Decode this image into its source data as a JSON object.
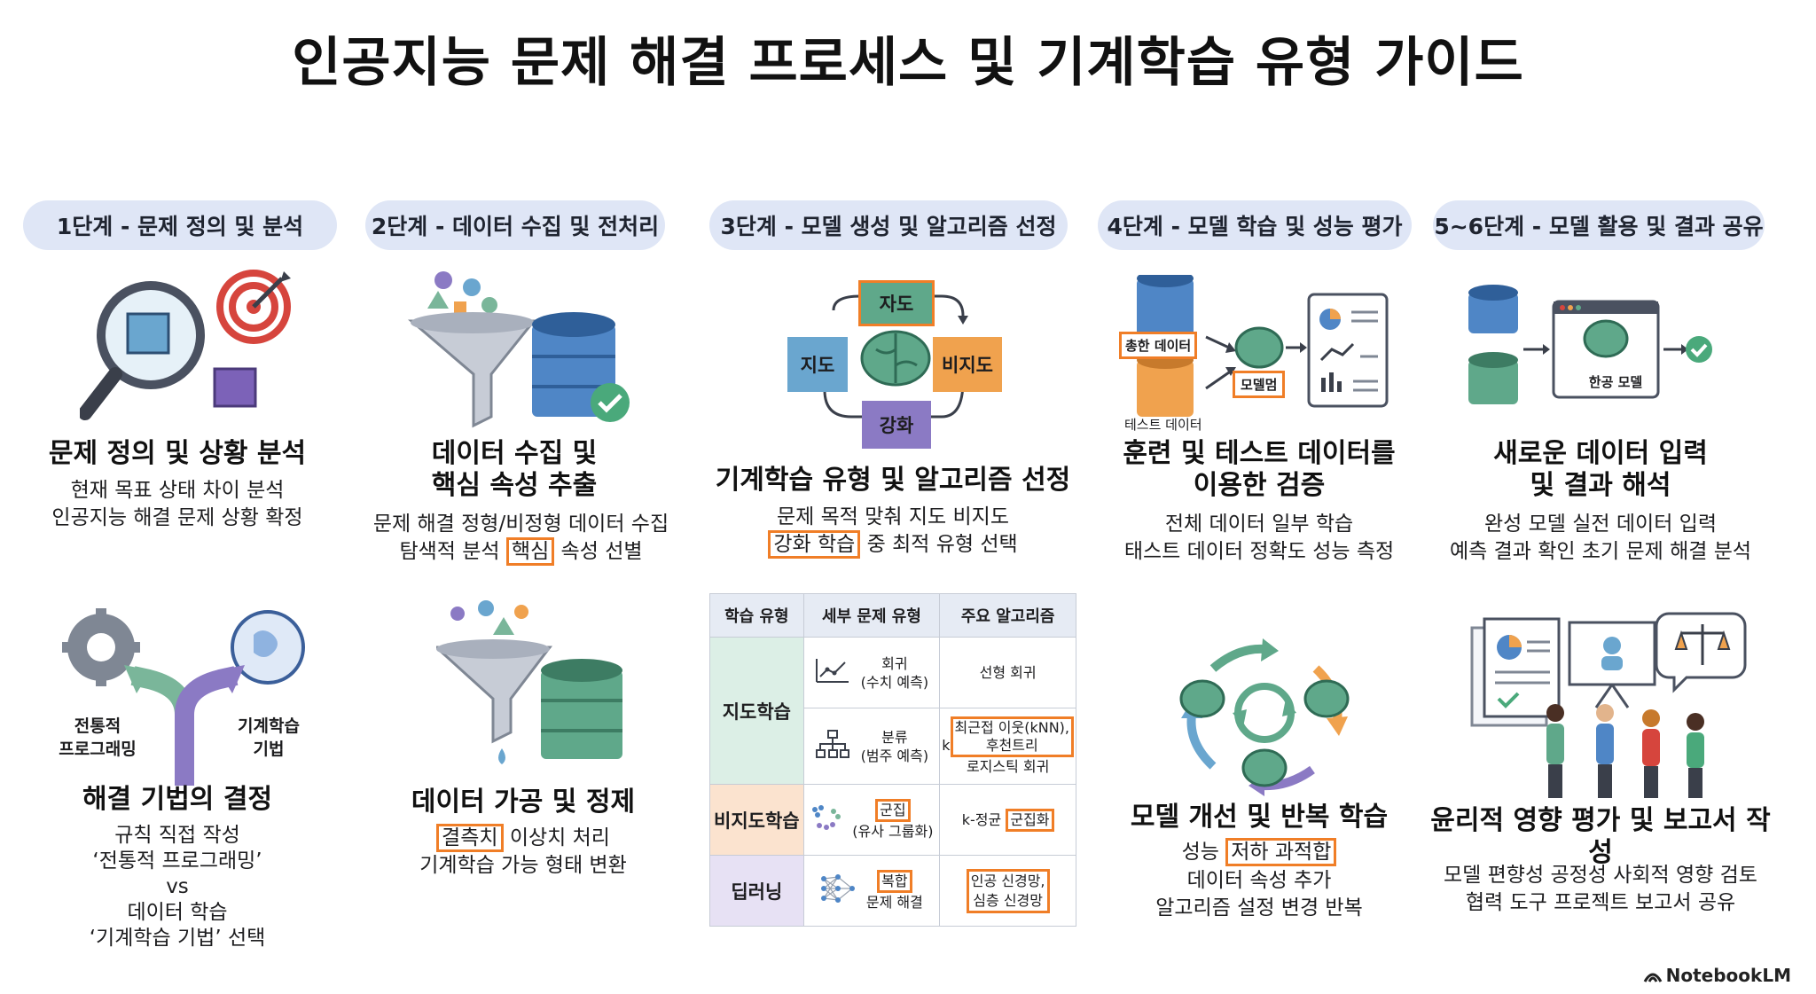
{
  "title": "인공지능 문제 해결 프로세스 및 기계학습 유형 가이드",
  "brand": "NotebookLM",
  "steps": [
    "1단계 - 문제 정의 및 분석",
    "2단계 - 데이터 수집 및 전처리",
    "3단계 - 모델 생성 및 알고리즘 선정",
    "4단계 - 모델 학습 및 성능 평가",
    "5~6단계 - 모델 활용 및 결과 공유"
  ],
  "col1": {
    "top": {
      "title": "문제 정의 및 상황 분석",
      "lines": [
        "현재 목표 상태 차이 분석",
        "인공지능 해결 문제 상황 확정"
      ]
    },
    "fork": {
      "left_label": "전통적\n프로그래밍",
      "right_label": "기계학습\n기법"
    },
    "bottom": {
      "title": "해결 기법의 결정",
      "lines": [
        "규칙 직접 작성",
        "‘전통적 프로그래밍’",
        "vs",
        "데이터 학습",
        "‘기계학습 기법’ 선택"
      ]
    }
  },
  "col2": {
    "top": {
      "title_lines": [
        "데이터 수집 및",
        "핵심 속성 추출"
      ],
      "line1": "문제 해결 정형/비정형 데이터 수집",
      "line2_pre": "탐색적 분석 ",
      "line2_hl": "핵심",
      "line2_post": " 속성 선별"
    },
    "bottom": {
      "title": "데이터 가공 및 정제",
      "line1_hl": "결측치",
      "line1_post": " 이상치 처리",
      "line2": "기계학습 가능 형태 변환"
    }
  },
  "col3": {
    "cycle": {
      "top": "자도",
      "left": "지도",
      "right": "비지도",
      "bottom": "강화"
    },
    "title": "기계학습 유형 및 알고리즘 선정",
    "line1": "문제 목적 맞춰 지도 비지도",
    "line2_hl": "강화 학습",
    "line2_post": " 중 최적 유형 선택",
    "table": {
      "headers": [
        "학습 유형",
        "세부 문제 유형",
        "주요 알고리즘"
      ],
      "supervised": "지도학습",
      "regression": {
        "label": "회귀",
        "sub": "(수치 예측)",
        "algo": "선형 회귀"
      },
      "classification": {
        "label": "분류",
        "sub": "(범주 예측)",
        "algo_prefix": "k",
        "algo_hl": "최근접 이웃(kNN),\n 후천트리",
        "algo_post": "로지스틱 회귀"
      },
      "unsupervised": "비지도학습",
      "clustering": {
        "label_hl": "군집",
        "sub": "(유사 그룹화)",
        "algo_prefix": "k-정균 ",
        "algo_hl": "군집화"
      },
      "deep": "딥러닝",
      "complex": {
        "label_hl": "복합",
        "sub": "문제 해결",
        "algo_hl": "인공 신경망,\n심층 신경망"
      }
    }
  },
  "col4": {
    "icon_labels": {
      "train": "총한 데이터",
      "test": "테스트 데이터",
      "model": "모델멈"
    },
    "top": {
      "title_lines": [
        "훈련 및 테스트 데이터를",
        "이용한 검증"
      ],
      "lines": [
        "전체 데이터 일부 학습",
        "태스트 데이터 정확도 성능 측정"
      ]
    },
    "bottom": {
      "title": "모델 개선 및 반복 학습",
      "line1_pre": "성능 ",
      "line1_hl": "저하 과적합",
      "lines": [
        "데이터 속성 추가",
        "알고리즘 설정 변경 반복"
      ]
    }
  },
  "col5": {
    "icon_labels": {
      "model": "한공 모델"
    },
    "top": {
      "title_lines": [
        "새로운 데이터 입력",
        "및 결과 해석"
      ],
      "lines": [
        "완성 모델 실전 데이터 입력",
        "예측 결과 확인 초기 문제 해결 분석"
      ]
    },
    "bottom": {
      "title": "윤리적 영향 평가 및 보고서 작성",
      "lines": [
        "모델 편향성 공정성 사회적 영향 검토",
        "협력 도구 프로젝트 보고서 공유"
      ]
    }
  }
}
